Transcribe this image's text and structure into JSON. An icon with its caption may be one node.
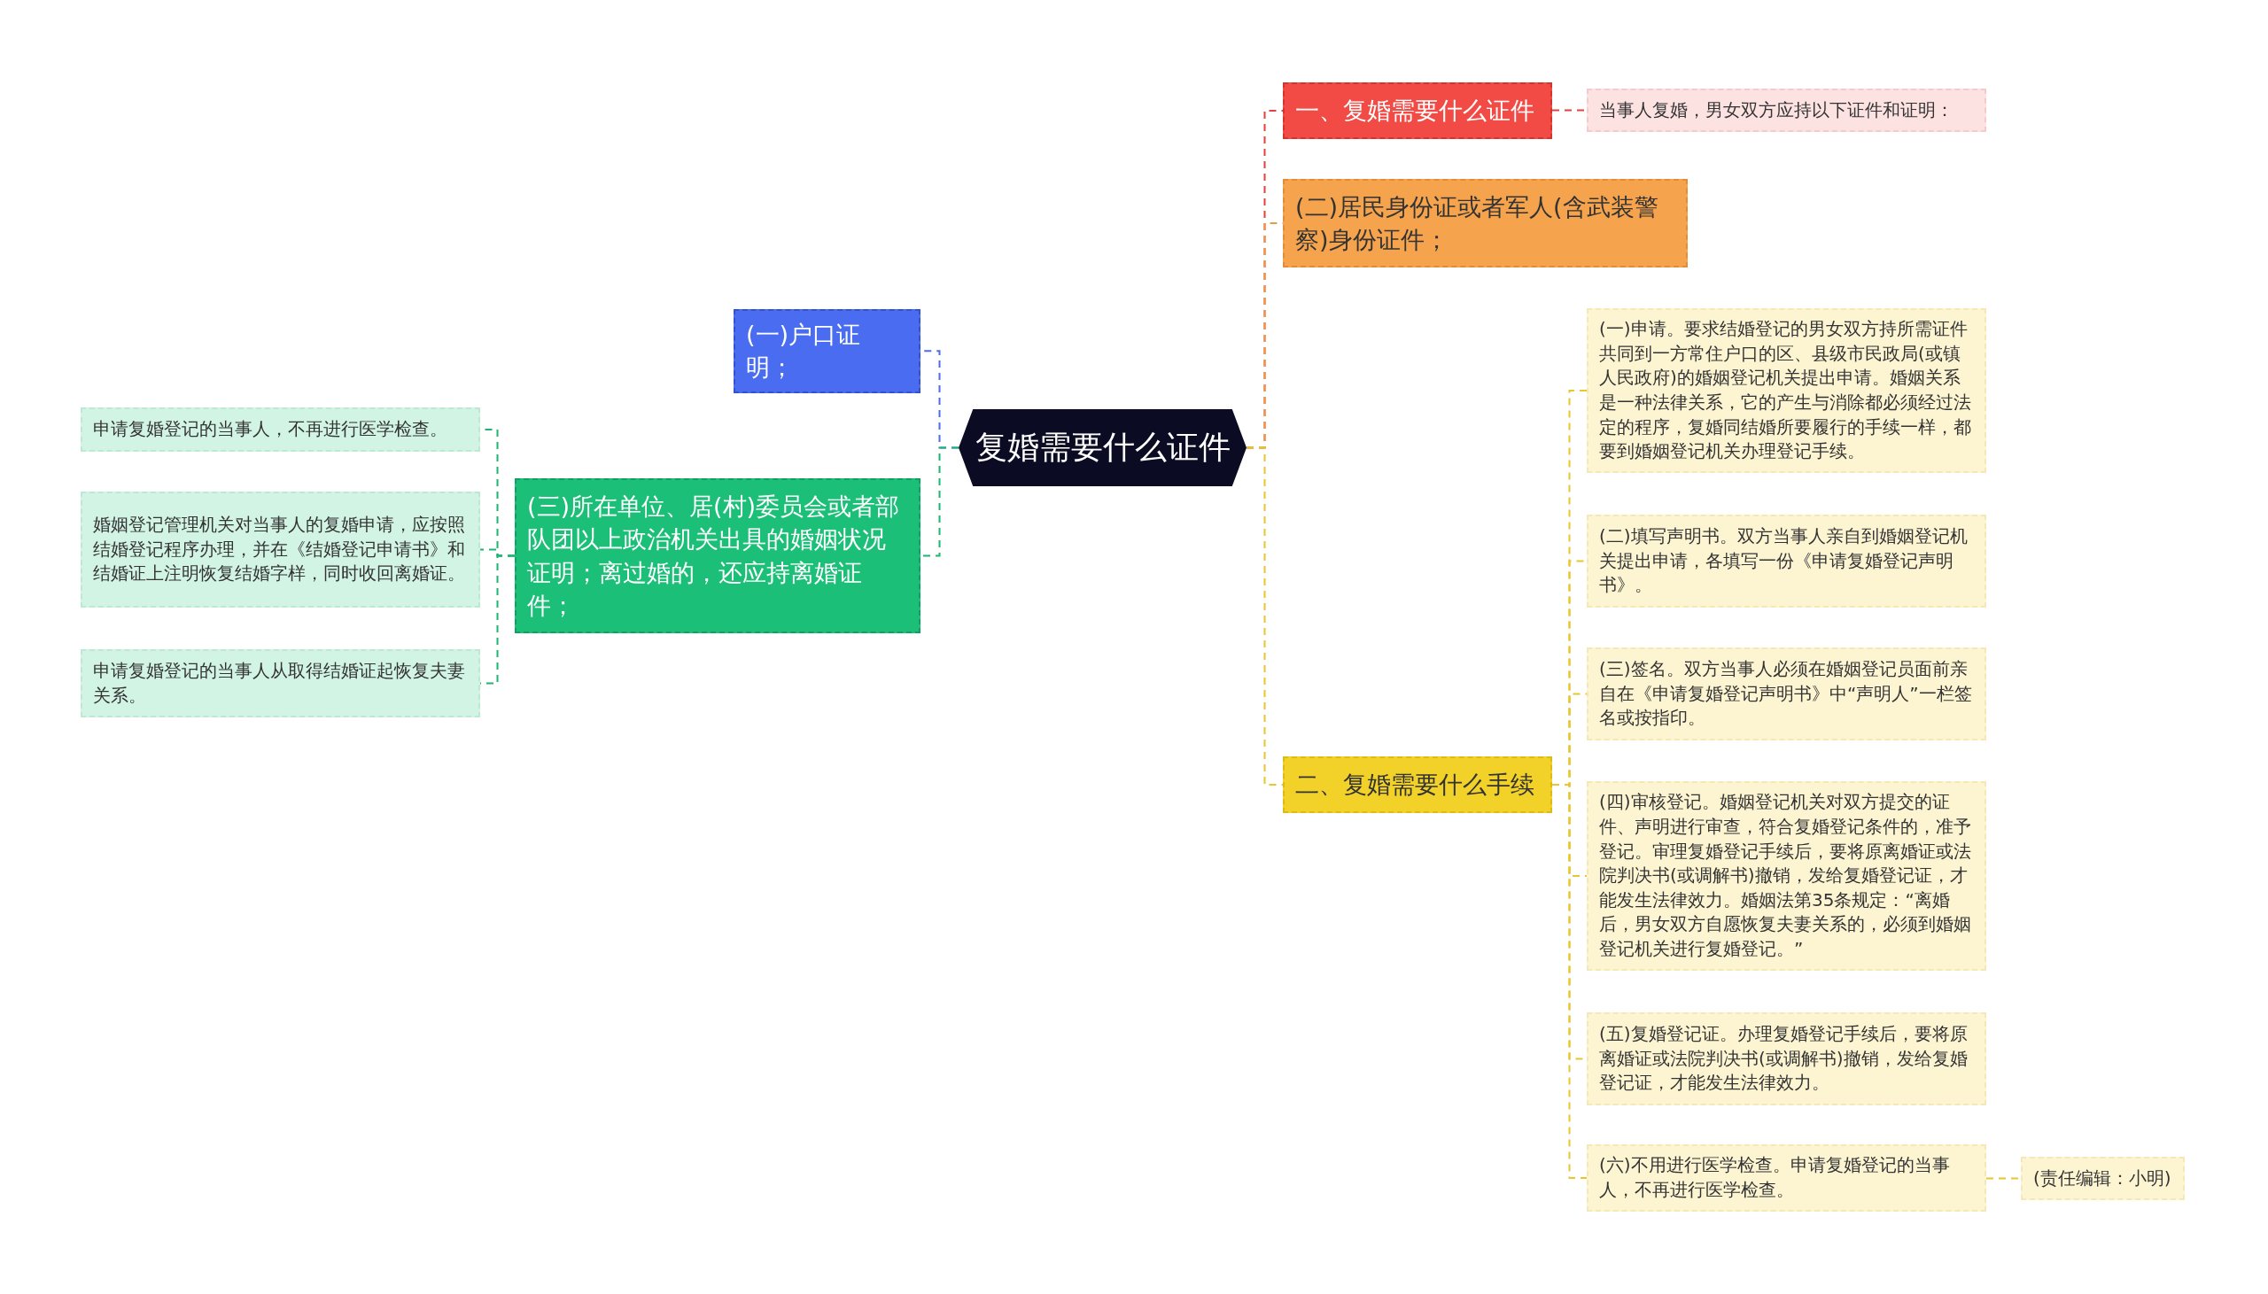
{
  "diagram": {
    "nodes": [
      {
        "text": [
          "复婚需要什么证件"
        ]
      },
      {
        "text": [
          "一、复婚需要什么证件"
        ]
      },
      {
        "text": [
          "当事人复婚，男女双方应持以下证件和证明："
        ]
      },
      {
        "text": [
          "(二)居民身份证或者军人(含武装警察)身份证件；"
        ]
      },
      {
        "text": [
          "二、复婚需要什么手续"
        ]
      },
      {
        "text": [
          "(一)申请。要求结婚登记的男女双方持所需证件共同到一方常住户口的区、县级市民政局(或镇人民政府)的婚姻登记机关提出申请。婚姻关系是一种法律关系，它的产生与消除都必须经过法定的程序，复婚同结婚所要履行的手续一样，都要到婚姻登记机关办理登记手续。"
        ]
      },
      {
        "text": [
          "(二)填写声明书。双方当事人亲自到婚姻登记机关提出申请，各填写一份《申请复婚登记声明书》。"
        ]
      },
      {
        "text": [
          "(三)签名。双方当事人必须在婚姻登记员面前亲自在《申请复婚登记声明书》中“声明人”一栏签名或按指印。"
        ]
      },
      {
        "text": [
          "(四)审核登记。婚姻登记机关对双方提交的证件、声明进行审查，符合复婚登记条件的，准予登记。审理复婚登记手续后，要将原离婚证或法院判决书(或调解书)撤销，发给复婚登记证，才能发生法律效力。婚姻法第35条规定：“离婚后，男女双方自愿恢复夫妻关系的，必须到婚姻登记机关进行复婚登记。”"
        ]
      },
      {
        "text": [
          "(五)复婚登记证。办理复婚登记手续后，要将原离婚证或法院判决书(或调解书)撤销，发给复婚登记证，才能发生法律效力。"
        ]
      },
      {
        "text": [
          "(六)不用进行医学检查。申请复婚登记的当事人，不再进行医学检查。"
        ]
      },
      {
        "text": [
          "(责任编辑：小明)"
        ]
      },
      {
        "text": [
          "(一)户口证明；"
        ]
      },
      {
        "text": [
          "(三)所在单位、居(村)委员会或者部队团以上政治机关出具的婚姻状况证明；离过婚的，还应持离婚证件；"
        ]
      },
      {
        "text": [
          "申请复婚登记的当事人，不再进行医学检查。"
        ]
      },
      {
        "text": [
          "婚姻登记管理机关对当事人的复婚申请，应按照结婚登记程序办理，并在《结婚登记申请书》和结婚证上注明恢复结婚字样，同时收回离婚证。"
        ]
      },
      {
        "text": [
          "申请复婚登记的当事人从取得结婚证起恢复夫妻关系。"
        ]
      }
    ],
    "edges": [
      {
        "from": 0,
        "to": 1,
        "arrow": "none",
        "color": "#e0423f"
      },
      {
        "from": 1,
        "to": 2,
        "arrow": "none",
        "color": "#e0423f"
      },
      {
        "from": 0,
        "to": 3,
        "arrow": "none",
        "color": "#ee9a45"
      },
      {
        "from": 0,
        "to": 4,
        "arrow": "none"
      },
      {
        "from": 4,
        "to": 5,
        "arrow": "none"
      },
      {
        "from": 4,
        "to": 6,
        "arrow": "none"
      },
      {
        "from": 4,
        "to": 7,
        "arrow": "none"
      },
      {
        "from": 4,
        "to": 8,
        "arrow": "none"
      },
      {
        "from": 4,
        "to": 9,
        "arrow": "none"
      },
      {
        "from": 4,
        "to": 10,
        "arrow": "none"
      },
      {
        "from": 10,
        "to": 11,
        "arrow": "none"
      },
      {
        "from": 0,
        "to": 12,
        "arrow": "none",
        "color": "#4a6cf0"
      },
      {
        "from": 0,
        "to": 13,
        "arrow": "none",
        "color": "#1cb574"
      },
      {
        "from": 13,
        "to": 14,
        "arrow": "none",
        "color": "#1cb574"
      },
      {
        "from": 13,
        "to": 15,
        "arrow": "none",
        "color": "#1cb574"
      },
      {
        "from": 13,
        "to": 16,
        "arrow": "none",
        "color": "#1cb574"
      }
    ]
  }
}
